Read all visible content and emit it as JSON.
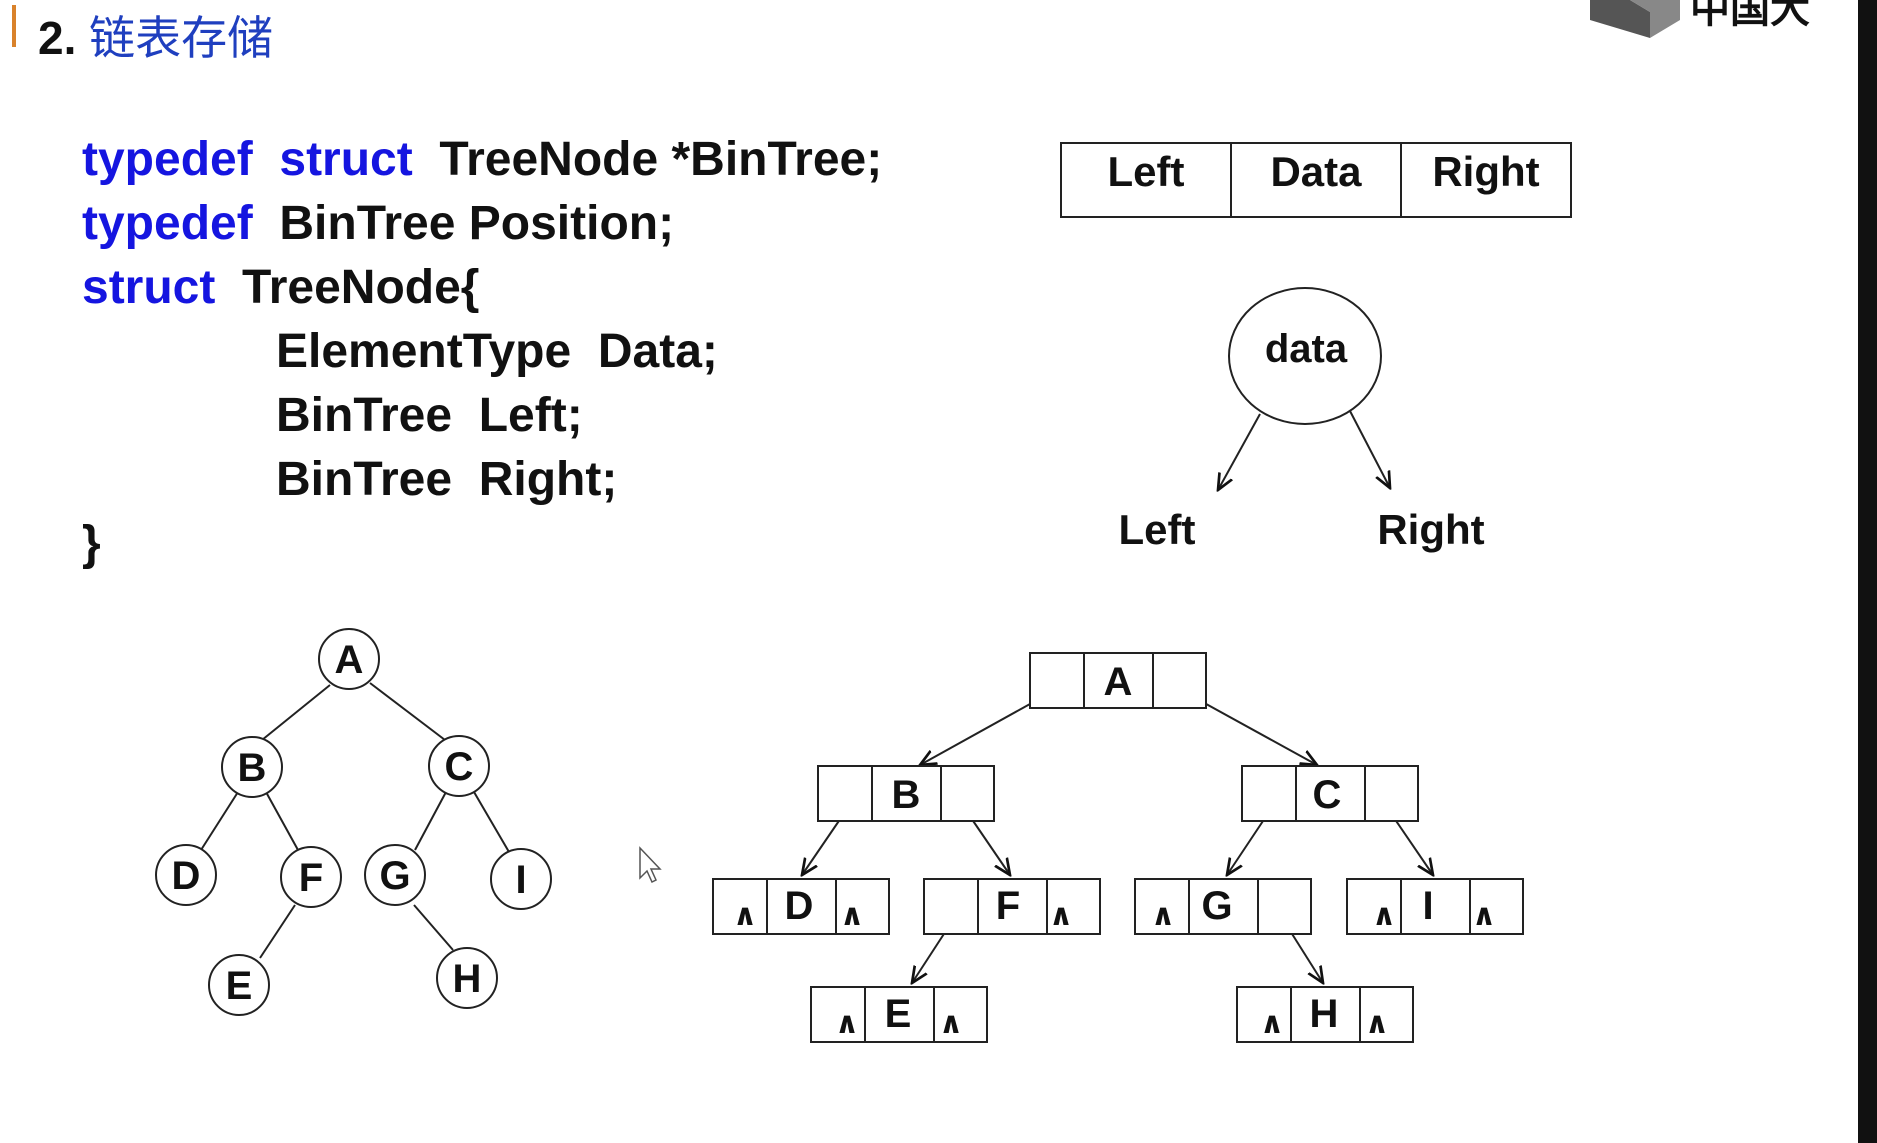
{
  "title": {
    "number": "2.",
    "text": "链表存储"
  },
  "code": {
    "line1": {
      "kw1": "typedef",
      "kw2": "struct",
      "rest": "TreeNode *BinTree;"
    },
    "line2": {
      "kw1": "typedef",
      "rest": "BinTree Position;"
    },
    "line3": {
      "kw1": "struct",
      "rest": "TreeNode{"
    },
    "line4": "ElementType  Data;",
    "line5": "BinTree  Left;",
    "line6": "BinTree  Right;",
    "line7": "}"
  },
  "node_structure": {
    "fields": [
      "Left",
      "Data",
      "Right"
    ]
  },
  "node_circle": {
    "label": "data",
    "left_child": "Left",
    "right_child": "Right"
  },
  "tree": {
    "nodes": [
      "A",
      "B",
      "C",
      "D",
      "F",
      "G",
      "I",
      "E",
      "H"
    ],
    "edges": [
      [
        "A",
        "B"
      ],
      [
        "A",
        "C"
      ],
      [
        "B",
        "D"
      ],
      [
        "B",
        "F"
      ],
      [
        "F",
        "E"
      ],
      [
        "C",
        "G"
      ],
      [
        "C",
        "I"
      ],
      [
        "G",
        "H"
      ]
    ]
  },
  "linked_tree": {
    "null_symbol": "∧",
    "nodes": [
      {
        "data": "A",
        "left": "",
        "right": ""
      },
      {
        "data": "B",
        "left": "",
        "right": ""
      },
      {
        "data": "C",
        "left": "",
        "right": ""
      },
      {
        "data": "D",
        "left": "∧",
        "right": "∧"
      },
      {
        "data": "F",
        "left": "",
        "right": "∧"
      },
      {
        "data": "G",
        "left": "∧",
        "right": ""
      },
      {
        "data": "I",
        "left": "∧",
        "right": "∧"
      },
      {
        "data": "E",
        "left": "∧",
        "right": "∧"
      },
      {
        "data": "H",
        "left": "∧",
        "right": "∧"
      }
    ]
  }
}
